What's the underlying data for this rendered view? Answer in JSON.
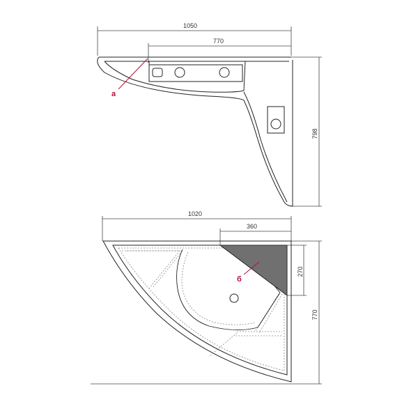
{
  "top_view": {
    "dimensions": {
      "overall_width": "1050",
      "inner_width": "770",
      "height": "798"
    },
    "callout_label": "a"
  },
  "bottom_view": {
    "dimensions": {
      "overall_width": "1020",
      "shelf_width": "360",
      "shelf_depth": "270",
      "height": "770"
    },
    "callout_label": "б"
  },
  "colors": {
    "outline": "#222222",
    "dimension_line": "#444444",
    "callout": "#b0103a",
    "shelf_fill": "#707070",
    "dashed": "#888888"
  }
}
